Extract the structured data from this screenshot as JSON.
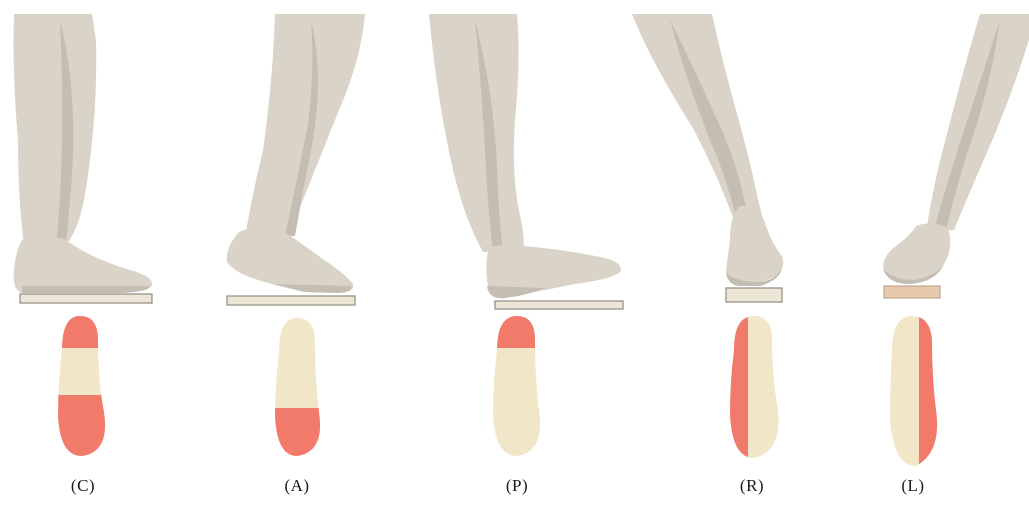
{
  "colors": {
    "skin": "#d9d3c8",
    "skin_shade": "#c4bdb1",
    "sole_base": "#f2e6c9",
    "pressure": "#f27a6b",
    "plate": "#ece6d6",
    "plate_edge": "#8f8a80"
  },
  "panels": [
    {
      "id": "C",
      "label": "(C)",
      "phase": "flat-stance",
      "pressure_zones": [
        "heel",
        "forefoot"
      ]
    },
    {
      "id": "A",
      "label": "(A)",
      "phase": "heel-raised",
      "pressure_zones": [
        "forefoot"
      ]
    },
    {
      "id": "P",
      "label": "(P)",
      "phase": "toe-raised",
      "pressure_zones": [
        "heel"
      ]
    },
    {
      "id": "R",
      "label": "(R)",
      "phase": "inverted",
      "pressure_zones": [
        "lateral"
      ]
    },
    {
      "id": "L",
      "label": "(L)",
      "phase": "everted",
      "pressure_zones": [
        "medial"
      ]
    }
  ]
}
